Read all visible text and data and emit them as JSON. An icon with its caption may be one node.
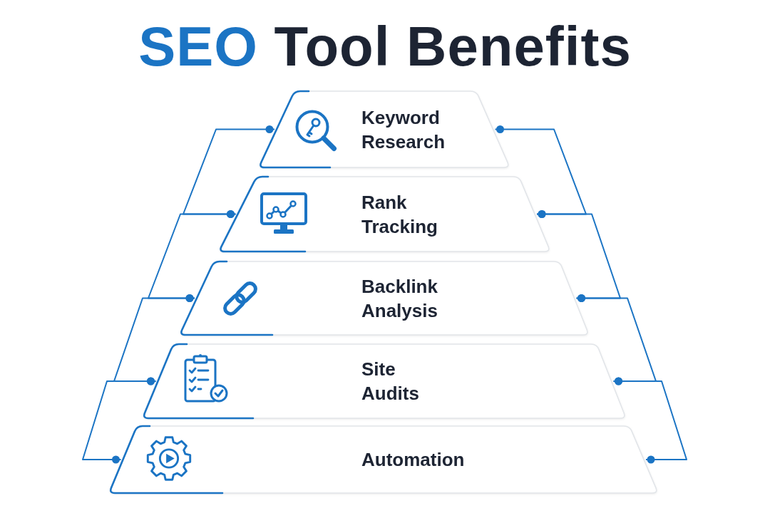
{
  "diagram": {
    "title": "**SEO** Tool Benefits",
    "nodes": [
      {
        "text": [
          "Keyword Research"
        ]
      },
      {
        "text": [
          "Rank Tracking"
        ]
      },
      {
        "text": [
          "Backlink Analysis"
        ]
      },
      {
        "text": [
          "Site Audits"
        ]
      },
      {
        "text": [
          "Automation"
        ]
      }
    ],
    "edges": [
      {
        "from": 0,
        "to": 1,
        "arrow": "other"
      },
      {
        "from": 1,
        "to": 2,
        "arrow": "other"
      },
      {
        "from": 2,
        "to": 3,
        "arrow": "other"
      },
      {
        "from": 3,
        "to": 4,
        "arrow": "other"
      },
      {
        "from": 0,
        "to": 1,
        "arrow": "other"
      },
      {
        "from": 1,
        "to": 2,
        "arrow": "other"
      },
      {
        "from": 2,
        "to": 3,
        "arrow": "other"
      },
      {
        "from": 3,
        "to": 4,
        "arrow": "other"
      }
    ]
  }
}
